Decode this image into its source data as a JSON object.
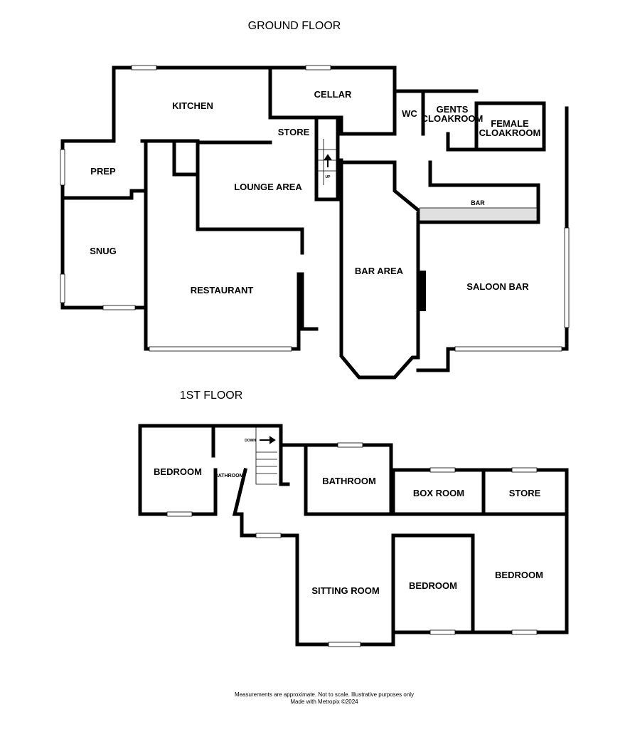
{
  "ground_floor": {
    "title": "GROUND FLOOR",
    "rooms": {
      "kitchen": "KITCHEN",
      "cellar": "CELLAR",
      "wc": "WC",
      "gents_cloakroom": [
        "GENTS",
        "CLOAKROOM"
      ],
      "female_cloakroom": [
        "FEMALE",
        "CLOAKROOM"
      ],
      "store": "STORE",
      "prep": "PREP",
      "lounge_area": "LOUNGE AREA",
      "bar": "BAR",
      "snug": "SNUG",
      "bar_area": "BAR AREA",
      "saloon_bar": "SALOON BAR",
      "restaurant": "RESTAURANT"
    },
    "stairs_label": "UP"
  },
  "first_floor": {
    "title": "1ST FLOOR",
    "rooms": {
      "bedroom_left": "BEDROOM",
      "small_bathroom": "BATHROOM",
      "bathroom": "BATHROOM",
      "box_room": "BOX ROOM",
      "store": "STORE",
      "sitting_room": "SITTING ROOM",
      "bedroom_middle": "BEDROOM",
      "bedroom_right": "BEDROOM"
    },
    "stairs_label": "DOWN"
  },
  "footer": {
    "disclaimer": "Measurements are approximate.  Not to scale.  Illustrative purposes only",
    "credit": "Made with Metropix ©2024"
  },
  "colors": {
    "wall": "#000000",
    "bar_counter": "#e0e0e0"
  }
}
